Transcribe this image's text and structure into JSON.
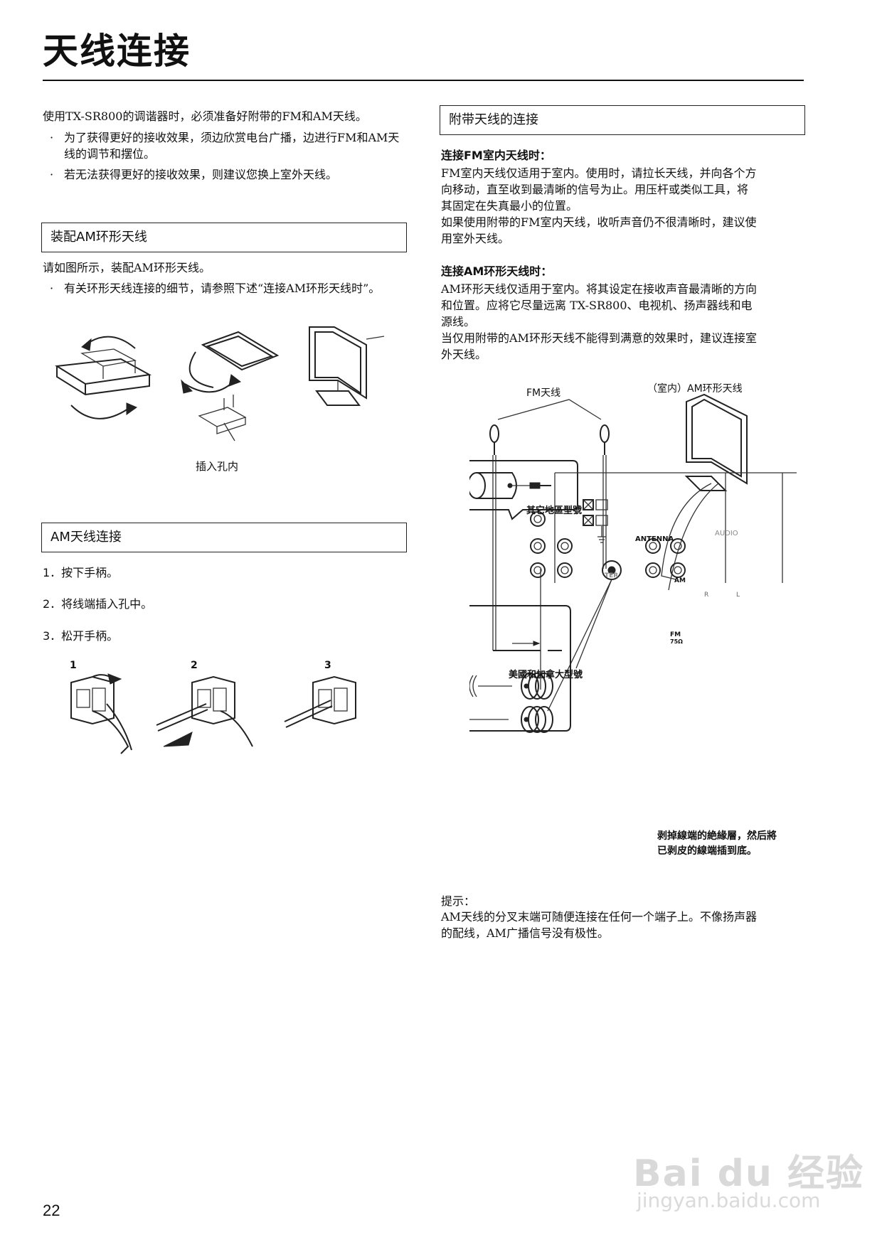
{
  "title": "天线连接",
  "intro": {
    "line1": "使用TX-SR800的调谐器时，必须准备好附带的FM和AM天线。",
    "bullets": [
      "为了获得更好的接收效果，须边欣赏电台广播，边进行FM和AM天线的调节和摆位。",
      "若无法获得更好的接收效果，则建议您换上室外天线。"
    ]
  },
  "assemble": {
    "heading": "装配AM环形天线",
    "text": "请如图所示，装配AM环形天线。",
    "bullet": "有关环形天线连接的细节，请参照下述“连接AM环形天线时”。",
    "fig_label": "插入孔内"
  },
  "am_connect": {
    "heading": "AM天线连接",
    "steps": [
      "1．按下手柄。",
      "2．将线端插入孔中。",
      "3．松开手柄。"
    ],
    "fig_numbers": [
      "1",
      "2",
      "3"
    ]
  },
  "supplied": {
    "heading": "附带天线的连接",
    "fm_sub": "连接FM室内天线时：",
    "fm_text": [
      "FM室内天线仅适用于室内。使用时，请拉长天线，并向各个方",
      "向移动，直至收到最清晰的信号为止。用压杆或类似工具，将",
      "其固定在失真最小的位置。",
      "如果使用附带的FM室内天线，收听声音仍不很清晰时，建议使",
      "用室外天线。"
    ],
    "am_sub": "连接AM环形天线时：",
    "am_text": [
      "AM环形天线仅适用于室内。将其设定在接收声音最清晰的方向",
      "和位置。应将它尽量远离 TX-SR800、电视机、扬声器线和电",
      "源线。",
      "当仅用附带的AM环形天线不能得到满意的效果时，建议连接室",
      "外天线。"
    ]
  },
  "diagram": {
    "fm_label": "FM天线",
    "am_label": "（室内）AM环形天线",
    "other_regions": "其它地區型號",
    "usa_canada": "美國和加拿大型號",
    "antenna": "ANTENNA",
    "audio": "AUDIO",
    "am": "AM",
    "fm": "FM",
    "ohm": "75Ω",
    "r": "R",
    "l": "L",
    "ter": "TER",
    "strip_note": [
      "剥掉線端的絶緣層，然后將",
      "已剥皮的線端插到底。"
    ]
  },
  "tip": {
    "heading": "提示：",
    "lines": [
      "AM天线的分叉末端可随便连接在任何一个端子上。不像扬声器",
      "的配线，AM广播信号没有极性。"
    ]
  },
  "page_number": "22",
  "watermark": {
    "brand": "Bai du 经验",
    "url": "jingyan.baidu.com"
  }
}
